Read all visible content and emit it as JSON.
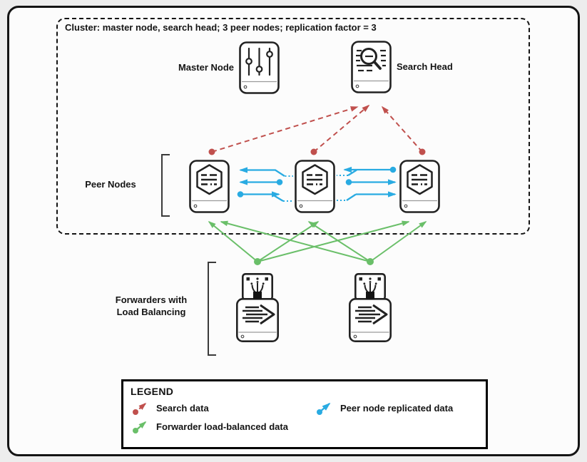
{
  "cluster": {
    "label": "Cluster: master node, search head; 3 peer nodes; replication factor = 3"
  },
  "nodes": {
    "master": "Master Node",
    "search_head": "Search Head",
    "peer_group": "Peer Nodes",
    "forwarder_group": "Forwarders with Load Balancing"
  },
  "icons": {
    "master": "sliders-icon",
    "search_head": "document-search-icon",
    "peer": "indexer-hexagon-icon",
    "forwarder": "forwarder-usb-arrow-icon"
  },
  "legend": {
    "title": "LEGEND",
    "items": [
      {
        "label": "Search data",
        "color": "#c0504d",
        "line_style": "dashed"
      },
      {
        "label": "Forwarder load-balanced data",
        "color": "#6abf69",
        "line_style": "solid"
      },
      {
        "label": "Peer node replicated data",
        "color": "#29abe2",
        "line_style": "solid"
      }
    ]
  },
  "colors": {
    "search_data": "#c0504d",
    "forwarder_data": "#6abf69",
    "replicated_data": "#29abe2",
    "outline": "#141414"
  }
}
